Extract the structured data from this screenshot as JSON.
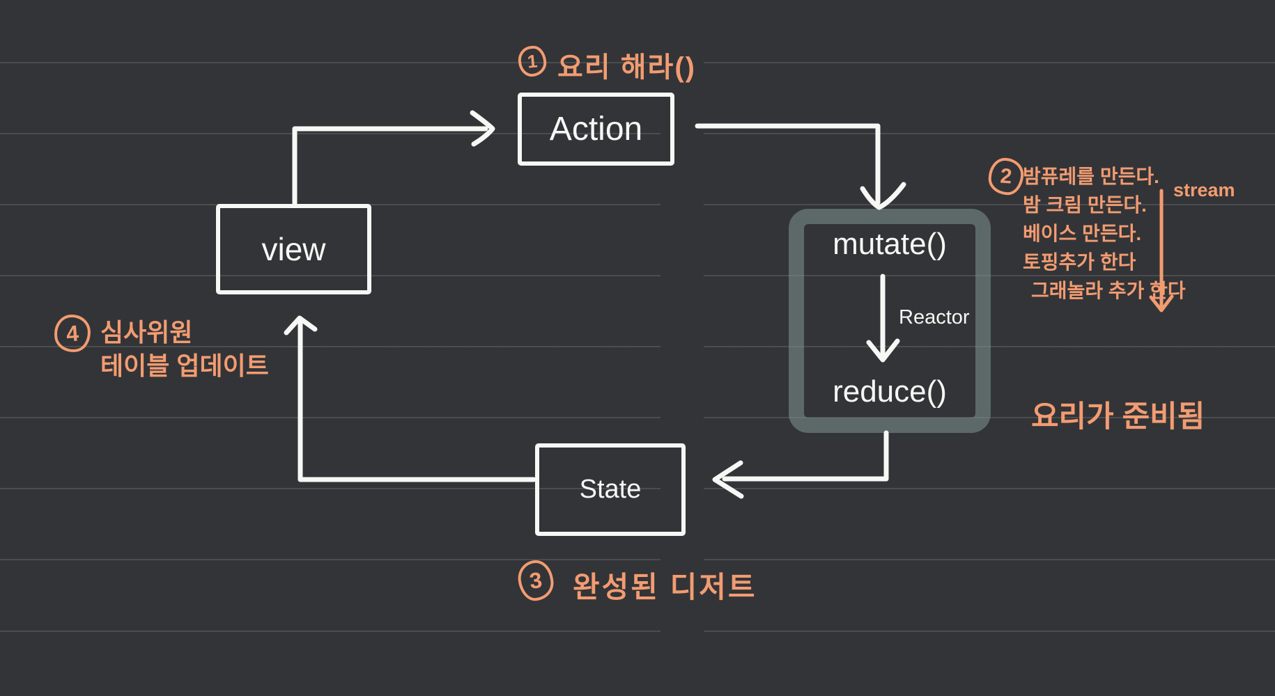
{
  "colors": {
    "background": "#333437",
    "accent": "#F29C72",
    "stroke": "#F7F7F5",
    "frame": "#5D6F6D"
  },
  "nodes": {
    "view": "view",
    "action": "Action",
    "state": "State",
    "mutate": "mutate()",
    "reduce": "reduce()",
    "reactor": "Reactor"
  },
  "annotations": {
    "step1": {
      "number": "1",
      "label": "요리 해라()"
    },
    "step2": {
      "number": "2",
      "items": [
        "밤퓨레를 만든다.",
        "밤 크림 만든다.",
        "베이스 만든다.",
        "토핑추가 한다",
        "그래놀라 추가 한다"
      ],
      "stream": "stream"
    },
    "step3": {
      "number": "3",
      "label": "완성된 디저트"
    },
    "step4": {
      "number": "4",
      "line1": "심사위원",
      "line2": "테이블 업데이트"
    },
    "ready": "요리가 준비됨"
  }
}
